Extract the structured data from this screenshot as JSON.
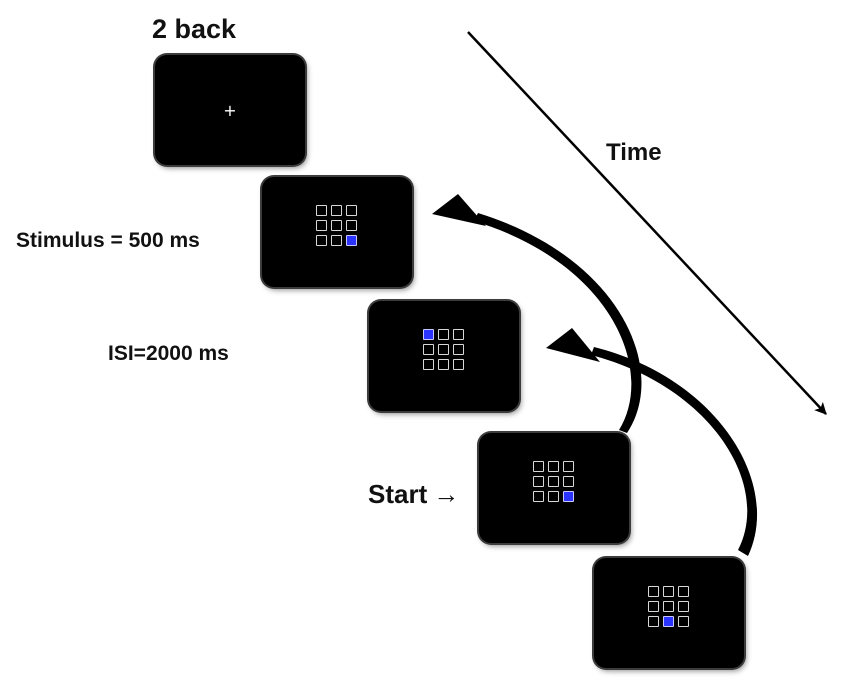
{
  "title": "2 back",
  "time_label": "Time",
  "stimulus_label": "Stimulus = 500 ms",
  "isi_label": "ISI=2000 ms",
  "start_label": "Start",
  "start_arrow": "→",
  "fixation_glyph": "+",
  "colors": {
    "screen": "#000000",
    "cell_border": "#d8d8d8",
    "highlight": "#2a33ff"
  },
  "screens": [
    {
      "content": "fixation",
      "highlight_cell": null
    },
    {
      "content": "grid",
      "highlight_cell": 8
    },
    {
      "content": "grid",
      "highlight_cell": 0
    },
    {
      "content": "grid",
      "highlight_cell": 8
    },
    {
      "content": "grid",
      "highlight_cell": 7
    }
  ]
}
